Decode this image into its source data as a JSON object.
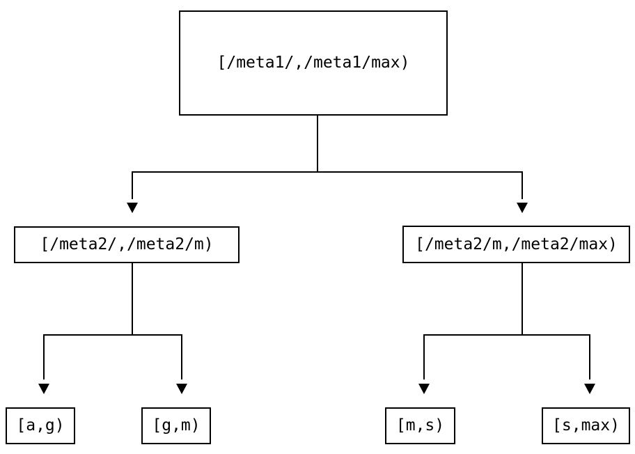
{
  "nodes": {
    "root": {
      "label": "[/meta1/,/meta1/max)"
    },
    "left_child": {
      "label": "[/meta2/,/meta2/m)"
    },
    "right_child": {
      "label": "[/meta2/m,/meta2/max)"
    },
    "leaf_ag": {
      "label": "[a,g)"
    },
    "leaf_gm": {
      "label": "[g,m)"
    },
    "leaf_ms": {
      "label": "[m,s)"
    },
    "leaf_smax": {
      "label": "[s,max)"
    }
  },
  "edges": [
    {
      "from": "root",
      "to": "left_child"
    },
    {
      "from": "root",
      "to": "right_child"
    },
    {
      "from": "left_child",
      "to": "leaf_ag"
    },
    {
      "from": "left_child",
      "to": "leaf_gm"
    },
    {
      "from": "right_child",
      "to": "leaf_ms"
    },
    {
      "from": "right_child",
      "to": "leaf_smax"
    }
  ],
  "colors": {
    "background": "#ffffff",
    "line": "#000000",
    "box_border": "#000000",
    "text": "#000000"
  }
}
